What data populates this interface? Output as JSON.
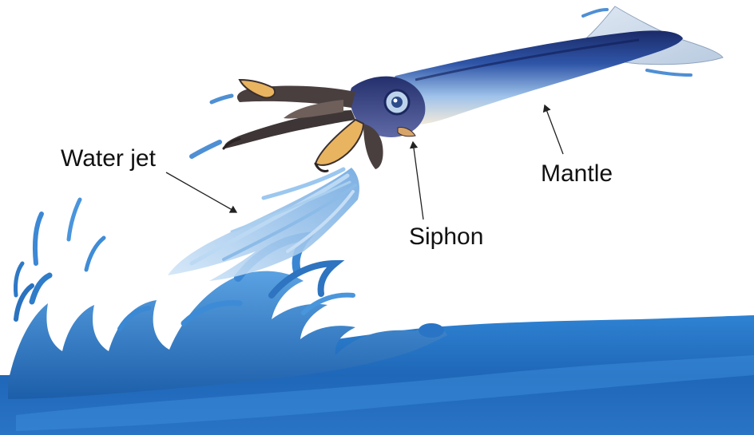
{
  "labels": {
    "water_jet": "Water jet",
    "siphon": "Siphon",
    "mantle": "Mantle"
  },
  "colors": {
    "sea_dark": "#1d5fae",
    "sea_mid": "#2f7fd0",
    "sea_light": "#7fb6e8",
    "squid_dark": "#1f2c6b",
    "squid_light": "#eef2f7",
    "arm_brown": "#4a3f3f",
    "arm_yellow": "#e9b45f",
    "jet_blue": "#9cc7ef"
  },
  "icons": {
    "main": "squid-illustration"
  }
}
